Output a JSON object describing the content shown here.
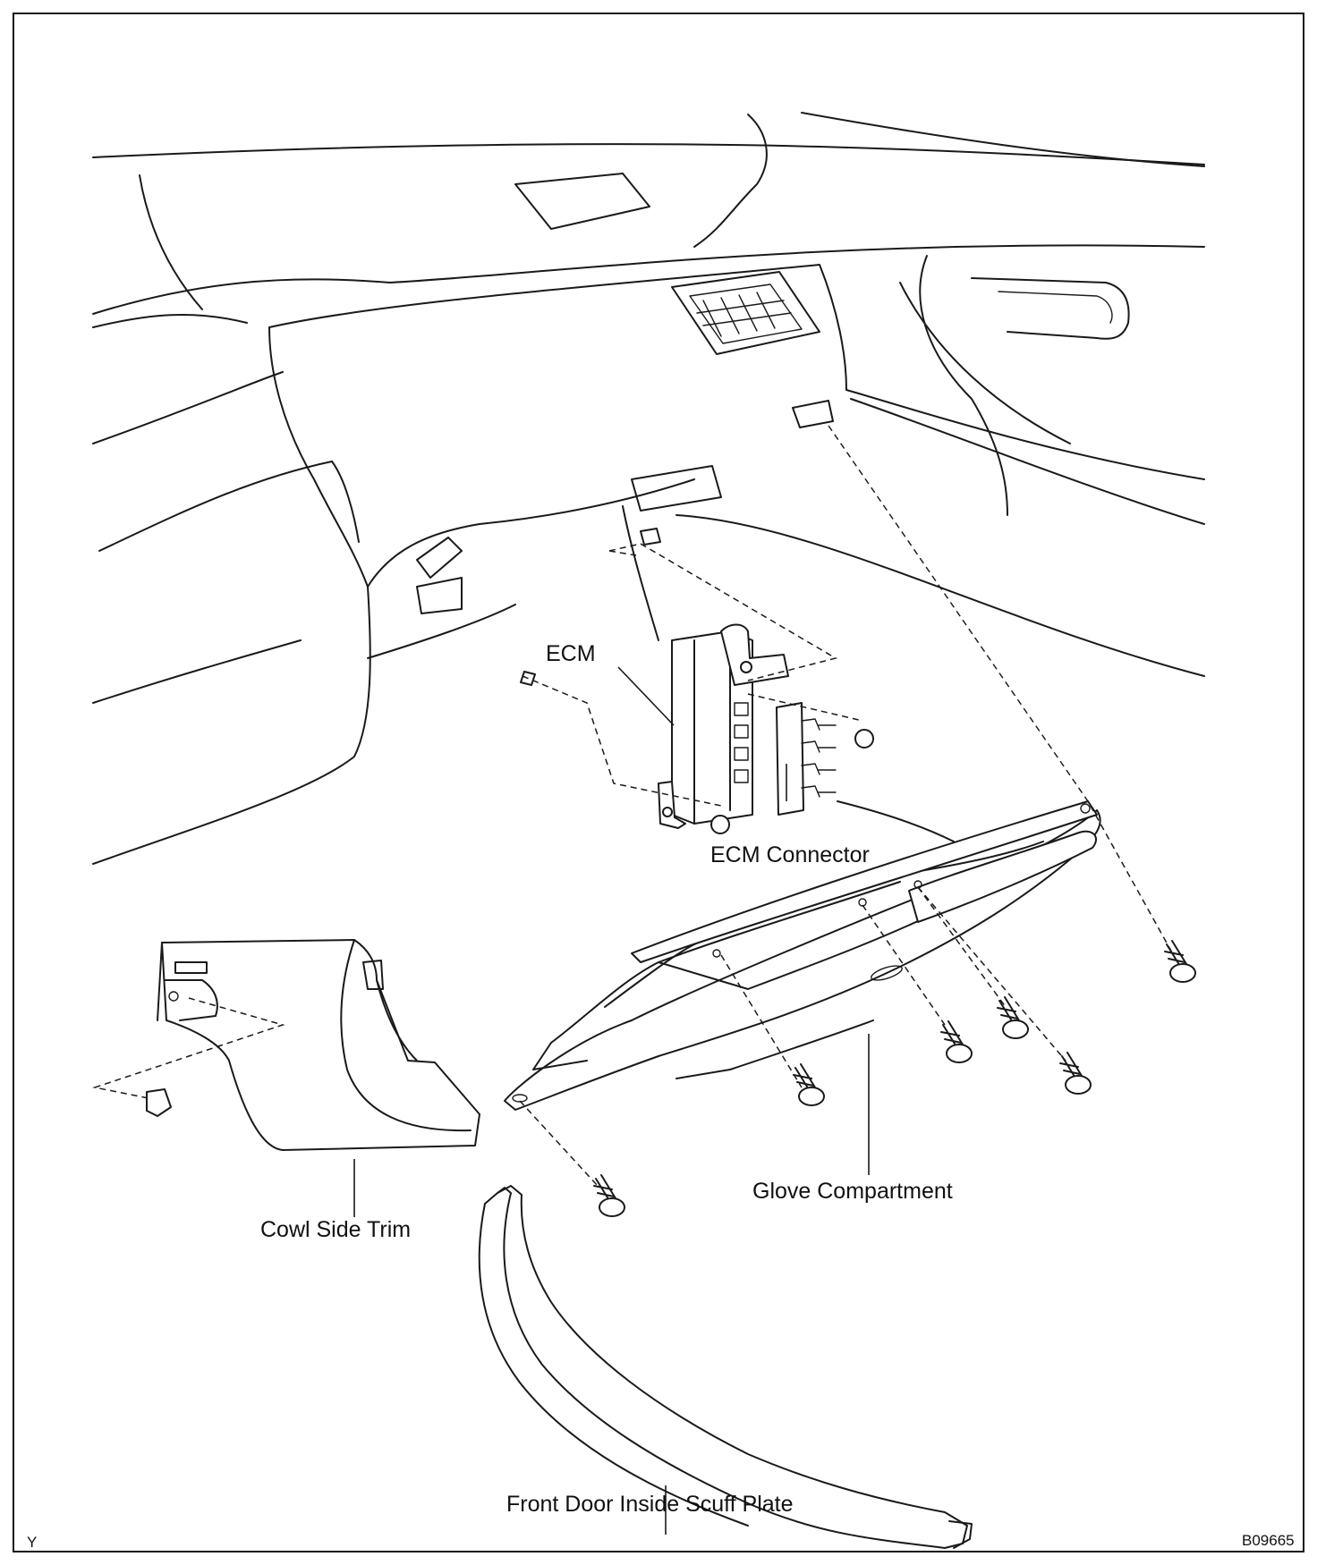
{
  "labels": {
    "ecm": "ECM",
    "ecm_connector": "ECM Connector",
    "glove_compartment": "Glove Compartment",
    "cowl_side_trim": "Cowl Side Trim",
    "front_door_inside_scuff_plate": "Front Door Inside Scuff Plate"
  },
  "corner_mark": "Y",
  "figure_code": "B09665"
}
